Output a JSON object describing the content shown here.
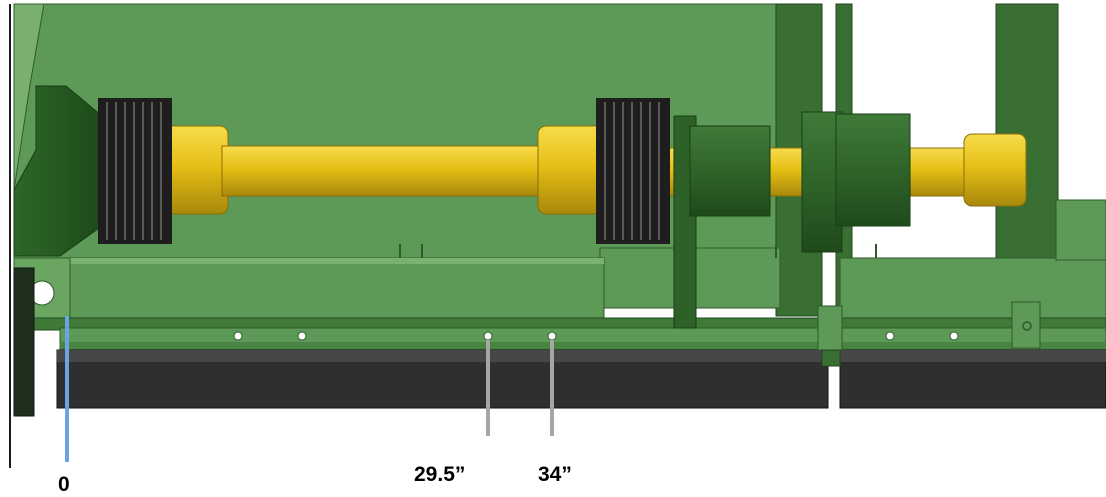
{
  "diagram": {
    "colors": {
      "frame": "#5f9b58",
      "frame_dark": "#3e7038",
      "frame_light": "#7fb374",
      "shaft": "#e9c21a",
      "shaft_dark": "#b3920d",
      "bellows": "#1e1e1e",
      "skid": "#2e2e2e",
      "zero_marker": "#6aa3e6",
      "marker": "#a6a6a6"
    },
    "labels": {
      "zero": "0",
      "first": "29.5”",
      "second": "34”"
    }
  }
}
